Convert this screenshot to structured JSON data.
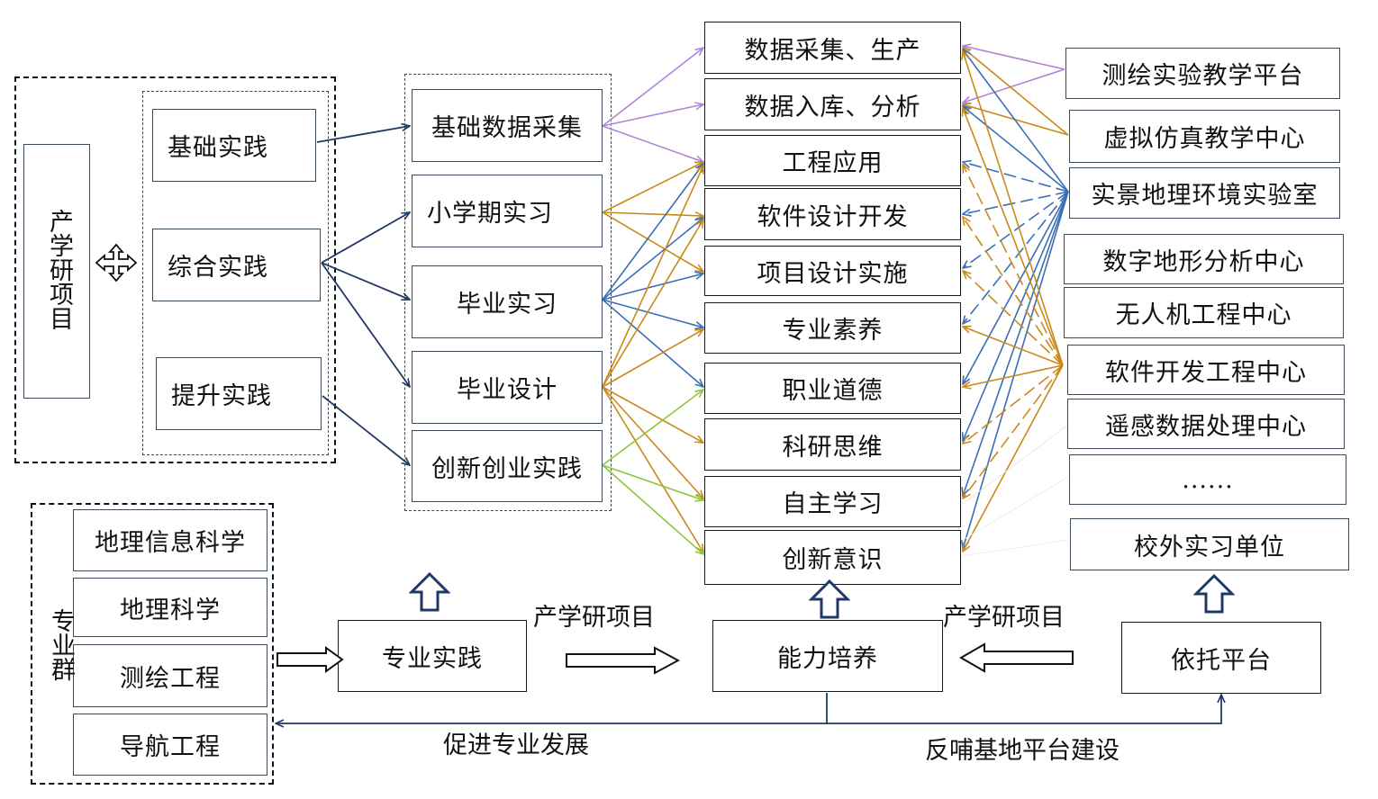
{
  "left_group": {
    "project_label": "产学研项目",
    "practices": [
      "基础实践",
      "综合实践",
      "提升实践"
    ]
  },
  "middle_group": {
    "items": [
      "基础数据采集",
      "小学期实习",
      "毕业实习",
      "毕业设计",
      "创新创业实践"
    ]
  },
  "abilities": {
    "items": [
      "数据采集、生产",
      "数据入库、分析",
      "工程应用",
      "软件设计开发",
      "项目设计实施",
      "专业素养",
      "职业道德",
      "科研思维",
      "自主学习",
      "创新意识"
    ]
  },
  "platforms": {
    "items": [
      "测绘实验教学平台",
      "虚拟仿真教学中心",
      "实景地理环境实验室",
      "数字地形分析中心",
      "无人机工程中心",
      "软件开发工程中心",
      "遥感数据处理中心",
      "......",
      "校外实习单位"
    ]
  },
  "majors": {
    "group_label": "专业群",
    "items": [
      "地理信息科学",
      "地理科学",
      "测绘工程",
      "导航工程"
    ]
  },
  "bottom": {
    "major_practice": "专业实践",
    "ability_training": "能力培养",
    "platform_support": "依托平台",
    "project_label_left": "产学研项目",
    "project_label_right": "产学研项目",
    "promote_label": "促进专业发展",
    "feedback_label": "反哺基地平台建设"
  },
  "colors": {
    "navy": "#1f3864",
    "purple": "#b084d8",
    "orange": "#c98a1a",
    "blue": "#3a6fb5",
    "green": "#8cc63f"
  }
}
